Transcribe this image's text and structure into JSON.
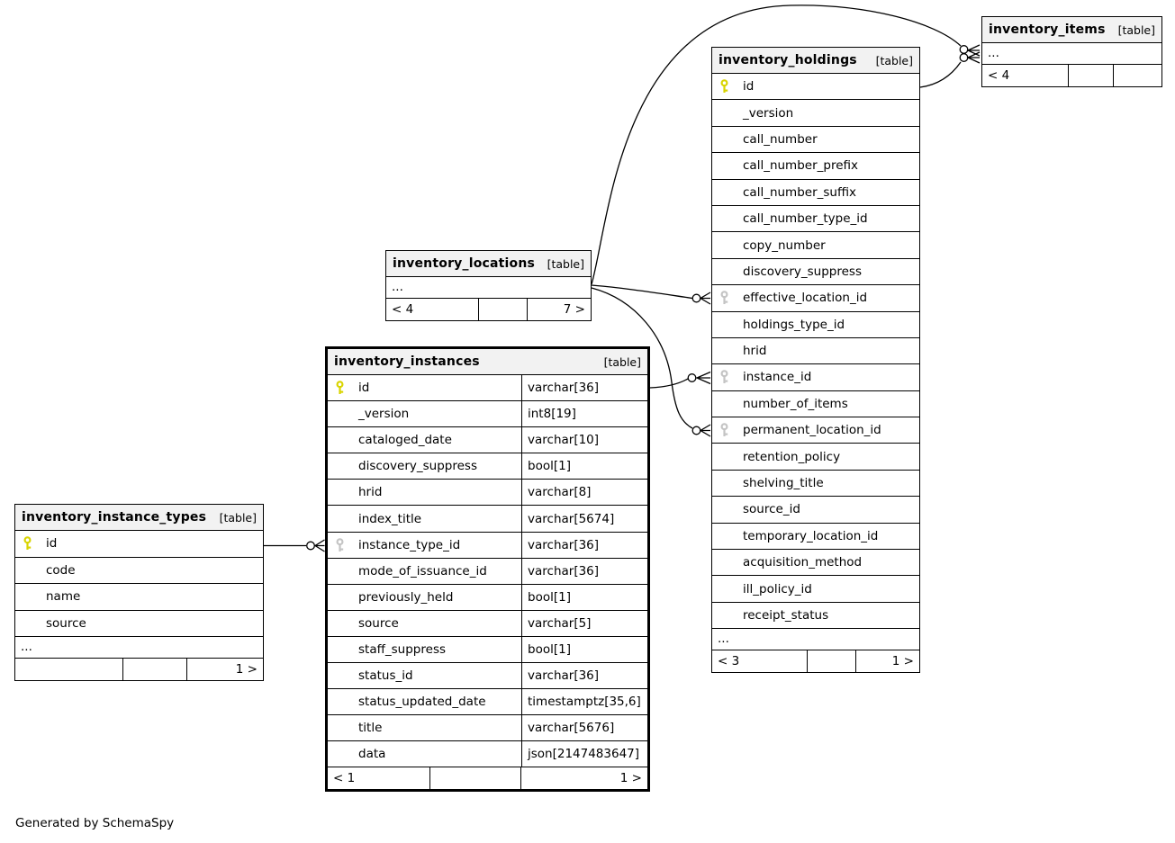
{
  "page": {
    "generated_by": "Generated by SchemaSpy"
  },
  "relationships": [
    {
      "from": "inventory_instance_types.id",
      "to": "inventory_instances.instance_type_id"
    },
    {
      "from": "inventory_instances.id",
      "to": "inventory_holdings.instance_id"
    },
    {
      "from": "inventory_locations",
      "to": "inventory_holdings.effective_location_id"
    },
    {
      "from": "inventory_locations",
      "to": "inventory_holdings.permanent_location_id"
    },
    {
      "from": "inventory_locations",
      "to": "inventory_items"
    },
    {
      "from": "inventory_holdings.id",
      "to": "inventory_items"
    }
  ],
  "tables": {
    "items": {
      "name": "inventory_items",
      "tag": "[table]",
      "more": "...",
      "footer": {
        "left": "< 4",
        "mid": "",
        "right": ""
      }
    },
    "holdings": {
      "name": "inventory_holdings",
      "tag": "[table]",
      "more": "...",
      "columns": [
        {
          "key": "pk",
          "name": "id"
        },
        {
          "key": "none",
          "name": "_version"
        },
        {
          "key": "none",
          "name": "call_number"
        },
        {
          "key": "none",
          "name": "call_number_prefix"
        },
        {
          "key": "none",
          "name": "call_number_suffix"
        },
        {
          "key": "none",
          "name": "call_number_type_id"
        },
        {
          "key": "none",
          "name": "copy_number"
        },
        {
          "key": "none",
          "name": "discovery_suppress"
        },
        {
          "key": "fk",
          "name": "effective_location_id"
        },
        {
          "key": "none",
          "name": "holdings_type_id"
        },
        {
          "key": "none",
          "name": "hrid"
        },
        {
          "key": "fk",
          "name": "instance_id"
        },
        {
          "key": "none",
          "name": "number_of_items"
        },
        {
          "key": "fk",
          "name": "permanent_location_id"
        },
        {
          "key": "none",
          "name": "retention_policy"
        },
        {
          "key": "none",
          "name": "shelving_title"
        },
        {
          "key": "none",
          "name": "source_id"
        },
        {
          "key": "none",
          "name": "temporary_location_id"
        },
        {
          "key": "none",
          "name": "acquisition_method"
        },
        {
          "key": "none",
          "name": "ill_policy_id"
        },
        {
          "key": "none",
          "name": "receipt_status"
        }
      ],
      "footer": {
        "left": "< 3",
        "mid": "",
        "right": "1 >"
      }
    },
    "locations": {
      "name": "inventory_locations",
      "tag": "[table]",
      "more": "...",
      "footer": {
        "left": "< 4",
        "mid": "",
        "right": "7 >"
      }
    },
    "instances": {
      "name": "inventory_instances",
      "tag": "[table]",
      "columns": [
        {
          "key": "pk",
          "name": "id",
          "type": "varchar[36]"
        },
        {
          "key": "none",
          "name": "_version",
          "type": "int8[19]"
        },
        {
          "key": "none",
          "name": "cataloged_date",
          "type": "varchar[10]"
        },
        {
          "key": "none",
          "name": "discovery_suppress",
          "type": "bool[1]"
        },
        {
          "key": "none",
          "name": "hrid",
          "type": "varchar[8]"
        },
        {
          "key": "none",
          "name": "index_title",
          "type": "varchar[5674]"
        },
        {
          "key": "fk",
          "name": "instance_type_id",
          "type": "varchar[36]"
        },
        {
          "key": "none",
          "name": "mode_of_issuance_id",
          "type": "varchar[36]"
        },
        {
          "key": "none",
          "name": "previously_held",
          "type": "bool[1]"
        },
        {
          "key": "none",
          "name": "source",
          "type": "varchar[5]"
        },
        {
          "key": "none",
          "name": "staff_suppress",
          "type": "bool[1]"
        },
        {
          "key": "none",
          "name": "status_id",
          "type": "varchar[36]"
        },
        {
          "key": "none",
          "name": "status_updated_date",
          "type": "timestamptz[35,6]"
        },
        {
          "key": "none",
          "name": "title",
          "type": "varchar[5676]"
        },
        {
          "key": "none",
          "name": "data",
          "type": "json[2147483647]"
        }
      ],
      "footer": {
        "left": "< 1",
        "mid": "",
        "right": "1 >"
      }
    },
    "instance_types": {
      "name": "inventory_instance_types",
      "tag": "[table]",
      "more": "...",
      "columns": [
        {
          "key": "pk",
          "name": "id"
        },
        {
          "key": "none",
          "name": "code"
        },
        {
          "key": "none",
          "name": "name"
        },
        {
          "key": "none",
          "name": "source"
        }
      ],
      "footer": {
        "left": "",
        "mid": "",
        "right": "1 >"
      }
    }
  }
}
